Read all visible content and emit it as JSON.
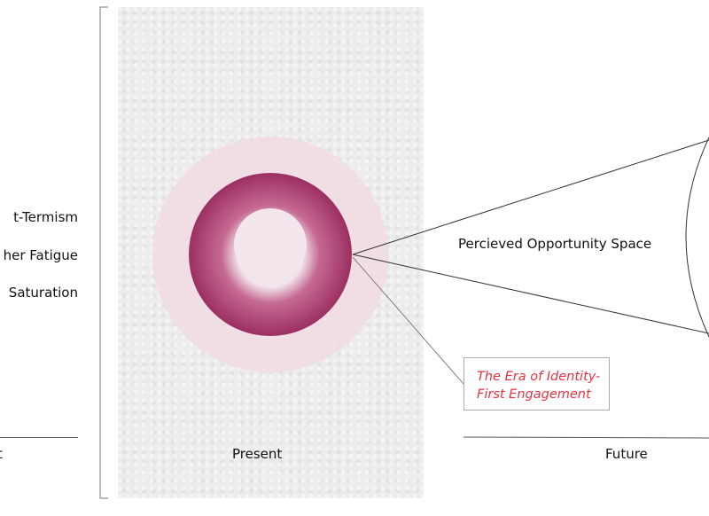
{
  "left_labels": [
    "t-Termism",
    "her Fatigue",
    "Saturation"
  ],
  "left_axis_label": "t",
  "present_label": "Present",
  "future_label": "Future",
  "opportunity_label": "Percieved Opportunity Space",
  "callout": {
    "line1": "The Era of Identity-",
    "line2": "First Engagement"
  },
  "colors": {
    "ring": "#a5386a",
    "halo": "#f1dce3",
    "core": "#f3e6ec",
    "callout_text": "#e8323f"
  }
}
